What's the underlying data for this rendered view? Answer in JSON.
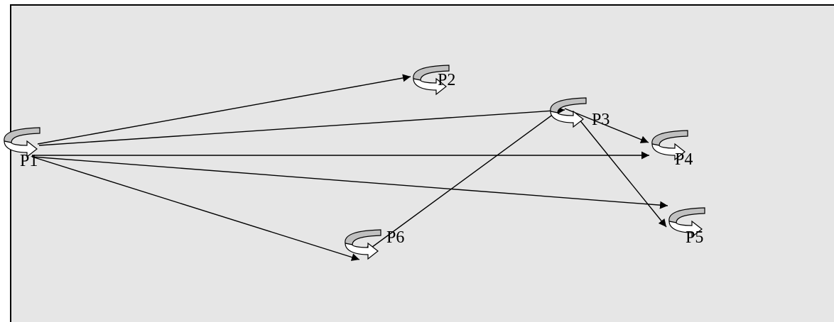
{
  "diagram": {
    "nodes": [
      {
        "id": "p1",
        "label": "P1"
      },
      {
        "id": "p2",
        "label": "P2"
      },
      {
        "id": "p3",
        "label": "P3"
      },
      {
        "id": "p4",
        "label": "P4"
      },
      {
        "id": "p5",
        "label": "P5"
      },
      {
        "id": "p6",
        "label": "P6"
      }
    ],
    "edges": [
      {
        "from": "P1",
        "to": "P2"
      },
      {
        "from": "P1",
        "to": "P3"
      },
      {
        "from": "P1",
        "to": "P4"
      },
      {
        "from": "P1",
        "to": "P5"
      },
      {
        "from": "P1",
        "to": "P6"
      },
      {
        "from": "P3",
        "to": "P4"
      },
      {
        "from": "P3",
        "to": "P5"
      },
      {
        "from": "P3",
        "to": "P6"
      }
    ],
    "self_loop_icon": "curved-arrow-icon"
  }
}
